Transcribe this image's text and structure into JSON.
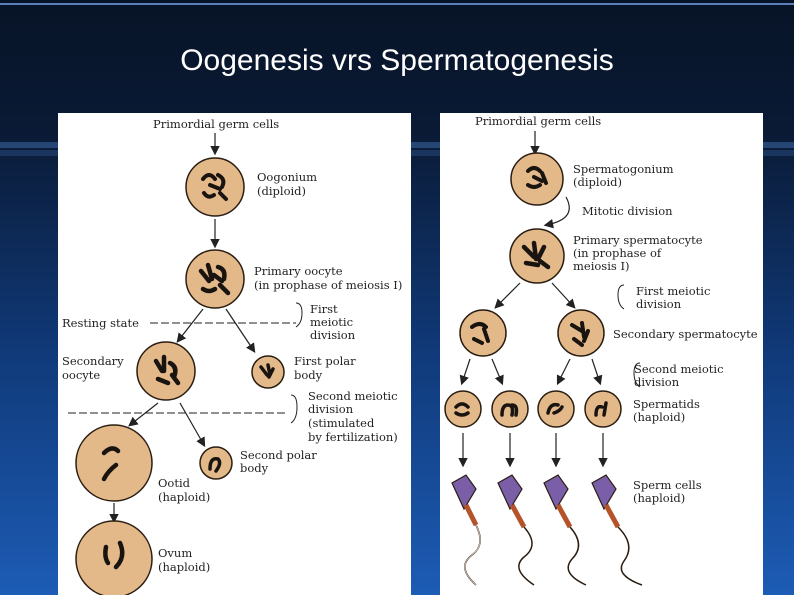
{
  "slide": {
    "title": "Oogenesis vrs Spermatogenesis"
  },
  "oogenesis": {
    "primordial": "Primordial germ cells",
    "oogonium": "Oogonium",
    "oogonium_sub": "(diploid)",
    "primary_oocyte": "Primary oocyte",
    "primary_oocyte_sub": "(in prophase of meiosis I)",
    "resting_state": "Resting state",
    "first_meiotic_1": "First",
    "first_meiotic_2": "meiotic",
    "first_meiotic_3": "division",
    "secondary_oocyte_1": "Secondary",
    "secondary_oocyte_2": "oocyte",
    "first_polar_1": "First polar",
    "first_polar_2": "body",
    "second_meiotic_1": "Second meiotic",
    "second_meiotic_2": "division",
    "second_meiotic_3": "(stimulated",
    "second_meiotic_4": "by fertilization)",
    "second_polar_1": "Second polar",
    "second_polar_2": "body",
    "ootid": "Ootid",
    "ootid_sub": "(haploid)",
    "ovum": "Ovum",
    "ovum_sub": "(haploid)"
  },
  "spermatogenesis": {
    "primordial": "Primordial germ cells",
    "spermatogonium": "Spermatogonium",
    "spermatogonium_sub": "(diploid)",
    "mitotic": "Mitotic division",
    "primary_1": "Primary spermatocyte",
    "primary_2": "(in prophase of",
    "primary_3": "meiosis I)",
    "first_meiotic_1": "First meiotic",
    "first_meiotic_2": "division",
    "secondary": "Secondary spermatocyte",
    "second_meiotic_1": "Second meiotic",
    "second_meiotic_2": "division",
    "spermatids": "Spermatids",
    "spermatids_sub": "(haploid)",
    "sperm": "Sperm cells",
    "sperm_sub": "(haploid)"
  },
  "colors": {
    "cell_fill": "#e3b98a",
    "cell_stroke": "#2a1d12",
    "chromosome": "#1a1410",
    "sperm_head": "#7a5ea8",
    "sperm_midpiece": "#b5542a"
  }
}
